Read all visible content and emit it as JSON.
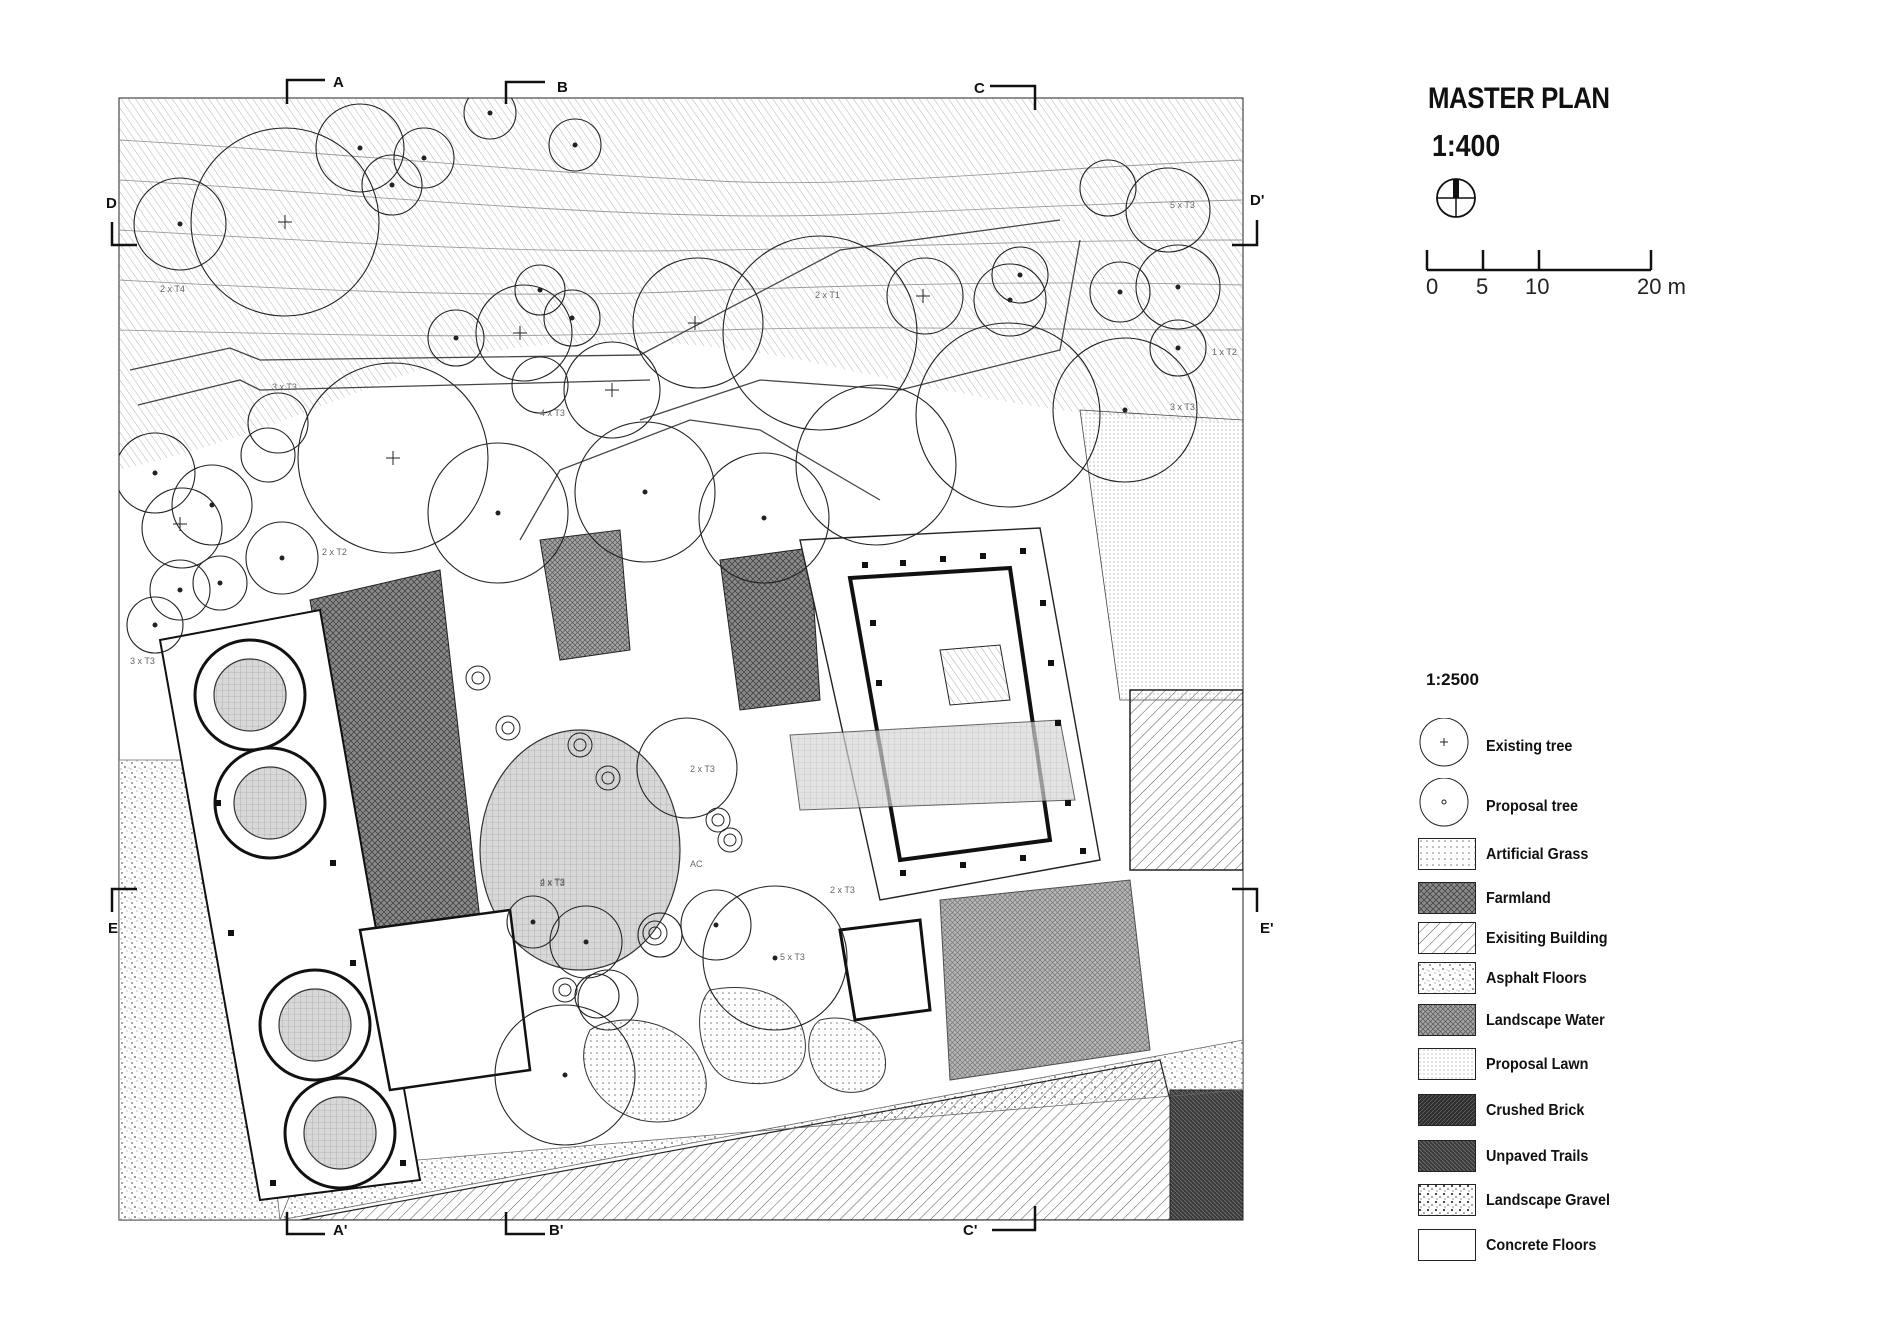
{
  "title": "MASTER PLAN",
  "scale": "1:400",
  "scale_bar": {
    "ticks": [
      "0",
      "5",
      "10",
      "20 m"
    ]
  },
  "legend_scale": "1:2500",
  "legend": [
    {
      "label": "Existing tree",
      "symbol": "existing-tree"
    },
    {
      "label": "Proposal tree",
      "symbol": "proposal-tree"
    },
    {
      "label": "Artificial Grass",
      "pattern": "dots-light"
    },
    {
      "label": "Farmland",
      "pattern": "crosshatch-dark"
    },
    {
      "label": "Exisiting Building",
      "pattern": "diagonal-lines"
    },
    {
      "label": "Asphalt Floors",
      "pattern": "speckle"
    },
    {
      "label": "Landscape Water",
      "pattern": "crosshatch-mid"
    },
    {
      "label": "Proposal Lawn",
      "pattern": "dots-fine"
    },
    {
      "label": "Crushed Brick",
      "pattern": "dense-dark"
    },
    {
      "label": "Unpaved Trails",
      "pattern": "dense-hatch"
    },
    {
      "label": "Landscape Gravel",
      "pattern": "gravel"
    },
    {
      "label": "Concrete Floors",
      "pattern": "none"
    }
  ],
  "section_markers": {
    "A": "A",
    "A_prime": "A'",
    "B": "B",
    "B_prime": "B'",
    "C": "C",
    "C_prime": "C'",
    "D": "D",
    "D_prime": "D'",
    "E": "E",
    "E_prime": "E'"
  },
  "tree_tags": [
    "2 x T4",
    "2 x T1",
    "3 x T3",
    "4 x T3",
    "2 x T2",
    "3 x T3",
    "4 x T3",
    "2 x T3",
    "5 x T3",
    "5 x T3",
    "1 x T2",
    "3 x T3",
    "2 x T3",
    "2 x T3",
    "AC"
  ],
  "colors": {
    "ink": "#111111",
    "paper": "#ffffff",
    "fill_light": "#d4d4d4",
    "fill_mid": "#9a9a9a",
    "fill_dark": "#3a3a3a"
  }
}
